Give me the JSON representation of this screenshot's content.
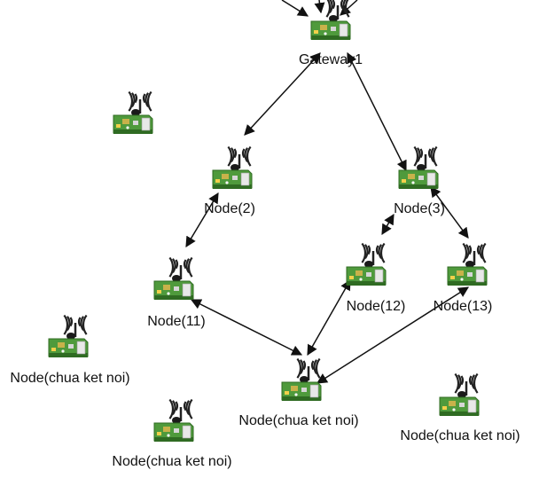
{
  "nodes": [
    {
      "id": "gateway1",
      "label": "Gateway1"
    },
    {
      "id": "n2",
      "label": "Node(2)"
    },
    {
      "id": "n3",
      "label": "Node(3)"
    },
    {
      "id": "n11",
      "label": "Node(11)"
    },
    {
      "id": "n12",
      "label": "Node(12)"
    },
    {
      "id": "n13",
      "label": "Node(13)"
    },
    {
      "id": "u1",
      "label": "Node(chua ket noi)"
    },
    {
      "id": "u2",
      "label": "Node(chua ket noi)"
    },
    {
      "id": "u3",
      "label": "Node(chua ket noi)"
    },
    {
      "id": "u4",
      "label": "Node(chua ket noi)"
    },
    {
      "id": "u5",
      "label": ""
    }
  ],
  "links": [
    [
      "gateway1",
      "n2"
    ],
    [
      "gateway1",
      "n3"
    ],
    [
      "n2",
      "n11"
    ],
    [
      "n3",
      "n12"
    ],
    [
      "n3",
      "n13"
    ],
    [
      "n11",
      "u2"
    ],
    [
      "n12",
      "u2"
    ],
    [
      "n13",
      "u2"
    ]
  ],
  "colors": {
    "board": "#4f9a3c",
    "board_dark": "#2f6b22",
    "link": "#111111",
    "antenna": "#222222",
    "label": "#111111"
  },
  "icon": "wireless-sensor-node-icon"
}
